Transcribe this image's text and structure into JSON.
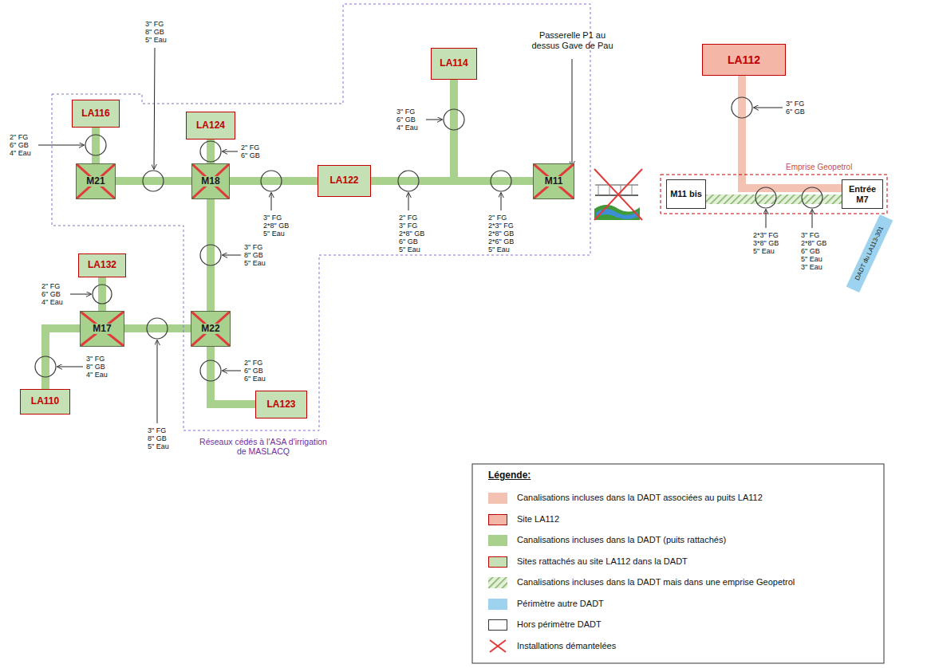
{
  "diagram": {
    "nodes": [
      {
        "text": [
          "LA114"
        ]
      },
      {
        "text": [
          "LA112"
        ]
      },
      {
        "text": [
          "LA116"
        ]
      },
      {
        "text": [
          "LA124"
        ]
      },
      {
        "text": [
          "M21"
        ]
      },
      {
        "text": [
          "M18"
        ]
      },
      {
        "text": [
          "LA122"
        ]
      },
      {
        "text": [
          "M11"
        ]
      },
      {
        "text": [
          "M11 bis"
        ]
      },
      {
        "text": [
          "Entrée M7"
        ]
      },
      {
        "text": [
          "DADT du LA113-301"
        ]
      },
      {
        "text": [
          "LA132"
        ]
      },
      {
        "text": [
          "M17"
        ]
      },
      {
        "text": [
          "M22"
        ]
      },
      {
        "text": [
          "LA110"
        ]
      },
      {
        "text": [
          "LA123"
        ]
      }
    ],
    "edges": [
      {
        "from": 2,
        "to": 4,
        "arrow": "none"
      },
      {
        "from": 3,
        "to": 5,
        "arrow": "none"
      },
      {
        "from": 4,
        "to": 5,
        "arrow": "none"
      },
      {
        "from": 5,
        "to": 6,
        "arrow": "none"
      },
      {
        "from": 6,
        "to": 7,
        "arrow": "none"
      },
      {
        "from": 0,
        "to": 7,
        "arrow": "none"
      },
      {
        "from": 1,
        "to": 9,
        "arrow": "none"
      },
      {
        "from": 8,
        "to": 9,
        "arrow": "none"
      },
      {
        "from": 5,
        "to": 13,
        "arrow": "none"
      },
      {
        "from": 11,
        "to": 12,
        "arrow": "none"
      },
      {
        "from": 12,
        "to": 13,
        "arrow": "none"
      },
      {
        "from": 12,
        "to": 14,
        "arrow": "none"
      },
      {
        "from": 13,
        "to": 15,
        "arrow": "none"
      }
    ],
    "labels": [
      "Passerelle P1 au dessus Gave de Pau",
      "Emprise Geopetrol",
      "Réseaux cédés à l'ASA d'irrigation de MASLACQ",
      "Légende:",
      "2\" FG",
      "6\" GB",
      "4\" Eau",
      "3\" FG",
      "8\" GB",
      "5\" Eau",
      "2\" FG",
      "6\" GB",
      "3\" FG",
      "2*8\" GB",
      "5\" Eau",
      "3\" FG",
      "6\" GB",
      "4\" Eau",
      "2\" FG",
      "3\" FG",
      "2*8\" GB",
      "6\" GB",
      "5\" Eau",
      "2\" FG",
      "2*3\" FG",
      "2*8\" GB",
      "2*6\" GB",
      "5\" Eau",
      "3\" FG",
      "6\" GB",
      "2*3\" FG",
      "3*8\" GB",
      "5\" Eau",
      "3\" FG",
      "2*8\" GB",
      "6\" GB",
      "5\" Eau",
      "3\" Eau",
      "3\" FG",
      "8\" GB",
      "5\" Eau",
      "2\" FG",
      "6\" GB",
      "4\" Eau",
      "3\" FG",
      "8\" GB",
      "5\" Eau",
      "3\" FG",
      "8\" GB",
      "4\" Eau",
      "2\" FG",
      "6\" GB",
      "6\" Eau"
    ],
    "legend": [
      {
        "text": "Canalisations incluses dans la DADT associées au puits LA112",
        "color": "#f4c2b2"
      },
      {
        "text": "Site LA112",
        "color": "#f4b6a6"
      },
      {
        "text": "Canalisations incluses dans la DADT (puits rattachés)",
        "color": "#a9d18e"
      },
      {
        "text": "Sites rattachés au site LA112 dans la DADT",
        "color": "#c5e0b4"
      },
      {
        "text": "Canalisations incluses dans la DADT mais dans une emprise Geopetrol"
      },
      {
        "text": "Périmètre autre DADT",
        "color": "#9dd3ee"
      },
      {
        "text": "Hors périmètre DADT",
        "color": "#ffffff"
      },
      {
        "text": "Installations démantelées"
      }
    ]
  }
}
